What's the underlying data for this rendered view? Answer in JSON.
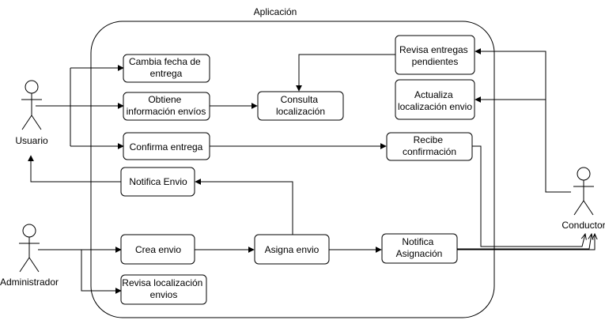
{
  "diagram": {
    "title": "Aplicación",
    "actors": {
      "usuario": "Usuario",
      "administrador": "Administrador",
      "conductor": "Conductor"
    },
    "use_cases": {
      "cambia_fecha": [
        "Cambia fecha de",
        "entrega"
      ],
      "obtiene_info": [
        "Obtiene",
        "información envíos"
      ],
      "consulta_loc": [
        "Consulta",
        "localización"
      ],
      "confirma_entrega": [
        "Confirma entrega"
      ],
      "recibe_conf": [
        "Recibe",
        "confirmación"
      ],
      "notifica_envio": [
        "Notifica Envio"
      ],
      "revisa_entregas": [
        "Revisa entregas",
        "pendientes"
      ],
      "actualiza_loc": [
        "Actualiza",
        "localización envio"
      ],
      "crea_envio": [
        "Crea envio"
      ],
      "asigna_envio": [
        "Asigna envio"
      ],
      "notifica_asig": [
        "Notifica",
        "Asignación"
      ],
      "revisa_loc": [
        "Revisa localización",
        "envios"
      ]
    }
  }
}
